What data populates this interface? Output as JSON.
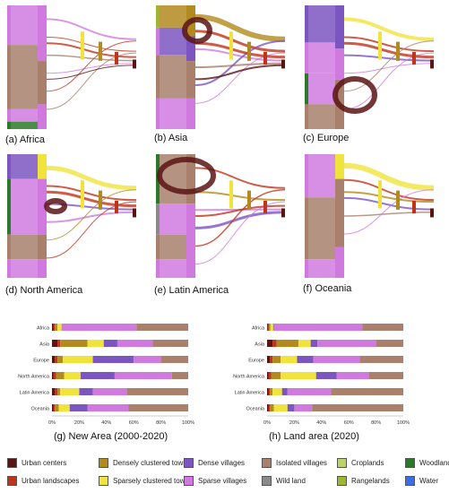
{
  "colors": {
    "urban_centers": "#5a1414",
    "urban_landscapes": "#c0341c",
    "densely_clustered_towns": "#b38a1e",
    "sparsely_clustered_towns": "#f0e43c",
    "dense_villages": "#7b56c0",
    "sparse_villages": "#d07ae0",
    "isolated_villages": "#a8806c",
    "wild_land": "#8a8a8a",
    "croplands": "#bcd46a",
    "rangelands": "#9cb830",
    "woodlands": "#2a7a2a",
    "water": "#3a6ee8"
  },
  "sankey_panels": [
    {
      "caption": "(a) Africa"
    },
    {
      "caption": "(b)  Asia"
    },
    {
      "caption": "(c)  Europe"
    },
    {
      "caption": "(d) North America"
    },
    {
      "caption": "(e) Latin America"
    },
    {
      "caption": "(f) Oceania"
    }
  ],
  "chart_data": [
    {
      "type": "bar",
      "orientation": "horizontal-stacked-percent",
      "caption": "(g) New Area (2000-2020)",
      "categories": [
        "Africa",
        "Asia",
        "Europe",
        "North America",
        "Latin America",
        "Oceania"
      ],
      "xlim": [
        0,
        100
      ],
      "xticks": [
        "0%",
        "20%",
        "40%",
        "60%",
        "80%",
        "100%"
      ],
      "series": [
        {
          "name": "Urban centers",
          "key": "urban_centers",
          "values": [
            1,
            4,
            2,
            1,
            2,
            1
          ]
        },
        {
          "name": "Urban landscapes",
          "key": "urban_landscapes",
          "values": [
            1,
            2,
            2,
            2,
            2,
            1
          ]
        },
        {
          "name": "Densely clustered towns",
          "key": "densely_clustered_towns",
          "values": [
            2,
            20,
            4,
            6,
            2,
            3
          ]
        },
        {
          "name": "Sparsely clustered towns",
          "key": "sparsely_clustered_towns",
          "values": [
            3,
            12,
            22,
            12,
            14,
            8
          ]
        },
        {
          "name": "Dense villages",
          "key": "dense_villages",
          "values": [
            0,
            10,
            30,
            25,
            10,
            13
          ]
        },
        {
          "name": "Sparse villages",
          "key": "sparse_villages",
          "values": [
            55,
            26,
            20,
            42,
            25,
            30
          ]
        },
        {
          "name": "Isolated villages",
          "key": "isolated_villages",
          "values": [
            38,
            26,
            20,
            12,
            45,
            44
          ]
        }
      ]
    },
    {
      "type": "bar",
      "orientation": "horizontal-stacked-percent",
      "caption": "(h) Land area (2020)",
      "categories": [
        "Africa",
        "Asia",
        "Europe",
        "North America",
        "Latin America",
        "Oceania"
      ],
      "xlim": [
        0,
        100
      ],
      "xticks": [
        "0%",
        "20%",
        "40%",
        "60%",
        "80%",
        "100%"
      ],
      "series": [
        {
          "name": "Urban centers",
          "key": "urban_centers",
          "values": [
            0.5,
            4,
            2,
            1,
            1,
            1
          ]
        },
        {
          "name": "Urban landscapes",
          "key": "urban_landscapes",
          "values": [
            1,
            3,
            2,
            2,
            1,
            1
          ]
        },
        {
          "name": "Densely clustered towns",
          "key": "densely_clustered_towns",
          "values": [
            1,
            16,
            6,
            7,
            2,
            3
          ]
        },
        {
          "name": "Sparsely clustered towns",
          "key": "sparsely_clustered_towns",
          "values": [
            2,
            9,
            12,
            26,
            7,
            10
          ]
        },
        {
          "name": "Dense villages",
          "key": "dense_villages",
          "values": [
            0.5,
            5,
            12,
            15,
            4,
            5
          ]
        },
        {
          "name": "Sparse villages",
          "key": "sparse_villages",
          "values": [
            65,
            43,
            34,
            24,
            32,
            13
          ]
        },
        {
          "name": "Isolated villages",
          "key": "isolated_villages",
          "values": [
            30,
            20,
            32,
            25,
            53,
            67
          ]
        }
      ]
    }
  ],
  "legend": [
    {
      "label": "Urban centers",
      "key": "urban_centers"
    },
    {
      "label": "Urban landscapes",
      "key": "urban_landscapes"
    },
    {
      "label": "Densely clustered towns",
      "key": "densely_clustered_towns"
    },
    {
      "label": "Sparsely clustered towns",
      "key": "sparsely_clustered_towns"
    },
    {
      "label": "Dense villages",
      "key": "dense_villages"
    },
    {
      "label": "Sparse villages",
      "key": "sparse_villages"
    },
    {
      "label": "Isolated villages",
      "key": "isolated_villages"
    },
    {
      "label": "Wild land",
      "key": "wild_land"
    },
    {
      "label": "Croplands",
      "key": "croplands"
    },
    {
      "label": "Rangelands",
      "key": "rangelands"
    },
    {
      "label": "Woodlands",
      "key": "woodlands"
    },
    {
      "label": "Water",
      "key": "water"
    }
  ]
}
